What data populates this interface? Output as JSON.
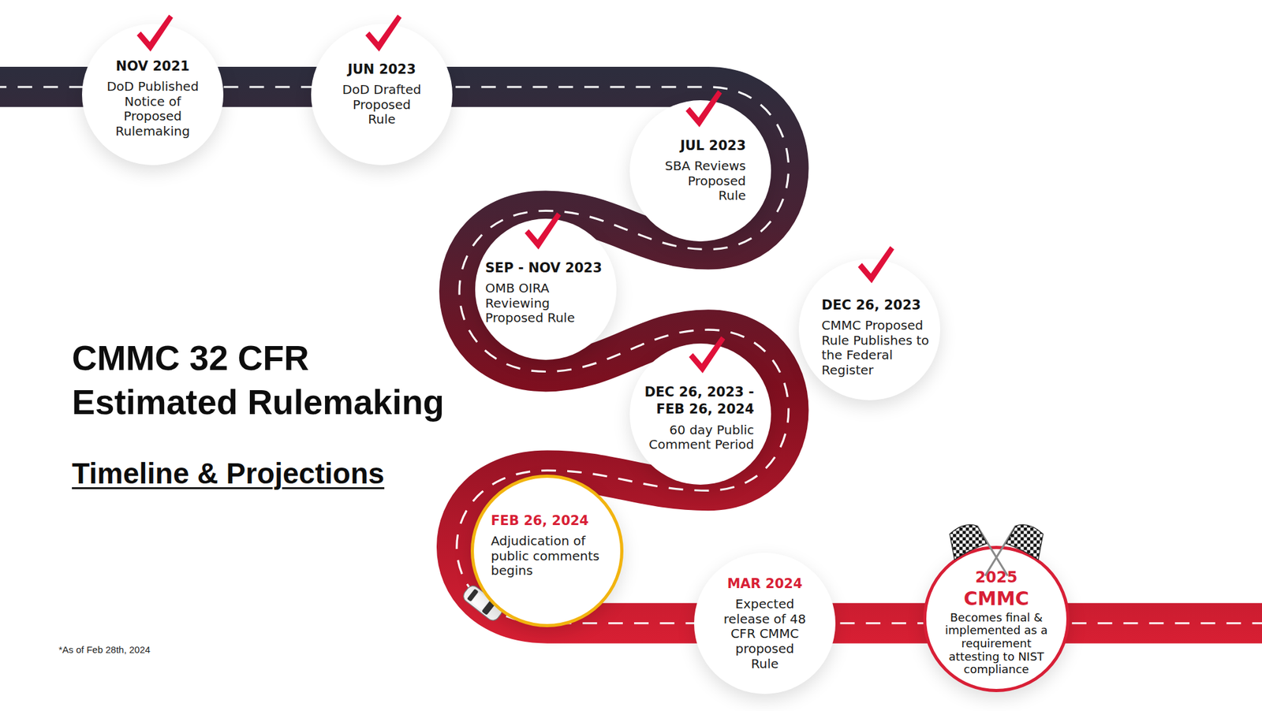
{
  "diagram": {
    "title": "CMMC 32 CFR Estimated Rulemaking",
    "nodes": [
      {
        "text": [
          "NOV 2021",
          "DoD Published Notice of Proposed Rulemaking"
        ]
      },
      {
        "text": [
          "JUN 2023",
          "DoD Drafted Proposed Rule"
        ]
      },
      {
        "text": [
          "JUL 2023",
          "SBA Reviews Proposed Rule"
        ]
      },
      {
        "text": [
          "SEP - NOV 2023",
          "OMB OIRA Reviewing Proposed Rule"
        ]
      },
      {
        "text": [
          "DEC 26, 2023",
          "CMMC Proposed Rule Publishes to the Federal Register"
        ]
      },
      {
        "text": [
          "DEC 26, 2023 - FEB 26, 2024",
          "60 day Public Comment Period"
        ]
      },
      {
        "text": [
          "FEB 26, 2024",
          "Adjudication of public comments begins"
        ]
      },
      {
        "text": [
          "MAR 2024",
          "Expected release of 48 CFR CMMC proposed Rule"
        ]
      },
      {
        "text": [
          "2025",
          "CMMC",
          "Becomes final & implemented as a requirement attesting to NIST compliance"
        ]
      }
    ],
    "labels": [
      "Timeline & Projections",
      "*As of Feb 28th, 2024"
    ]
  }
}
